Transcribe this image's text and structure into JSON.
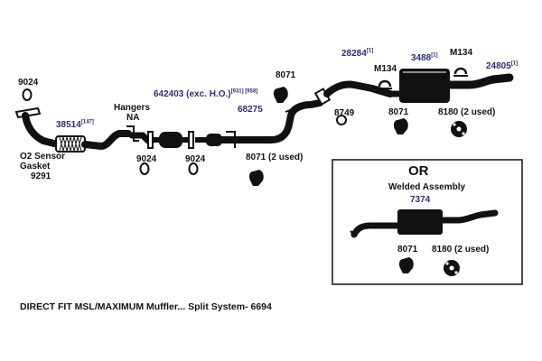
{
  "part_labels": {
    "p9024_top": "9024",
    "p38514": "38514",
    "p38514_ref": "[147]",
    "o2_line1": "O2 Sensor",
    "o2_line2": "Gasket",
    "o2_part": "9291",
    "hangers_line1": "Hangers",
    "hangers_line2": "NA",
    "p642403": "642403 (exc. H.O.)",
    "p642403_ref": "[931] [958]",
    "p9024_left": "9024",
    "p9024_right": "9024",
    "p68275": "68275",
    "p8071_mid": "8071",
    "p8071_used": "8071 (2 used)",
    "p28284": "28284",
    "p28284_ref": "[1]",
    "m134_left": "M134",
    "p3488": "3488",
    "p3488_ref": "[1]",
    "m134_right": "M134",
    "p24805": "24805",
    "p24805_ref": "[1]",
    "p8749": "8749",
    "p8071_right": "8071",
    "p8180_right": "8180 (2 used)"
  },
  "alternative": {
    "or_label": "OR",
    "welded_label": "Welded Assembly",
    "welded_part": "7374",
    "p8071": "8071",
    "p8180": "8180 (2 used)"
  },
  "caption": "DIRECT FIT MSL/MAXIMUM Muffler... Split System- 6694",
  "colors": {
    "part_number": "#2a2f7a",
    "label": "#111111",
    "pipe": "#111111"
  }
}
